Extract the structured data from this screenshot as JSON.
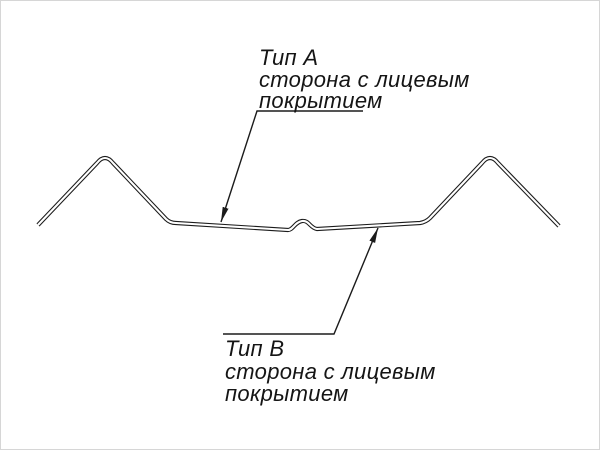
{
  "diagram": {
    "kind": "sheet-profile-cross-section",
    "background_color": "#ffffff",
    "line_color": "#1b1b1b",
    "label_top": {
      "title": "Тип А",
      "line2": "сторона с лицевым",
      "line3": "покрытием"
    },
    "label_bottom": {
      "title": "Тип В",
      "line2": "сторона с лицевым",
      "line3": "покрытием"
    }
  }
}
